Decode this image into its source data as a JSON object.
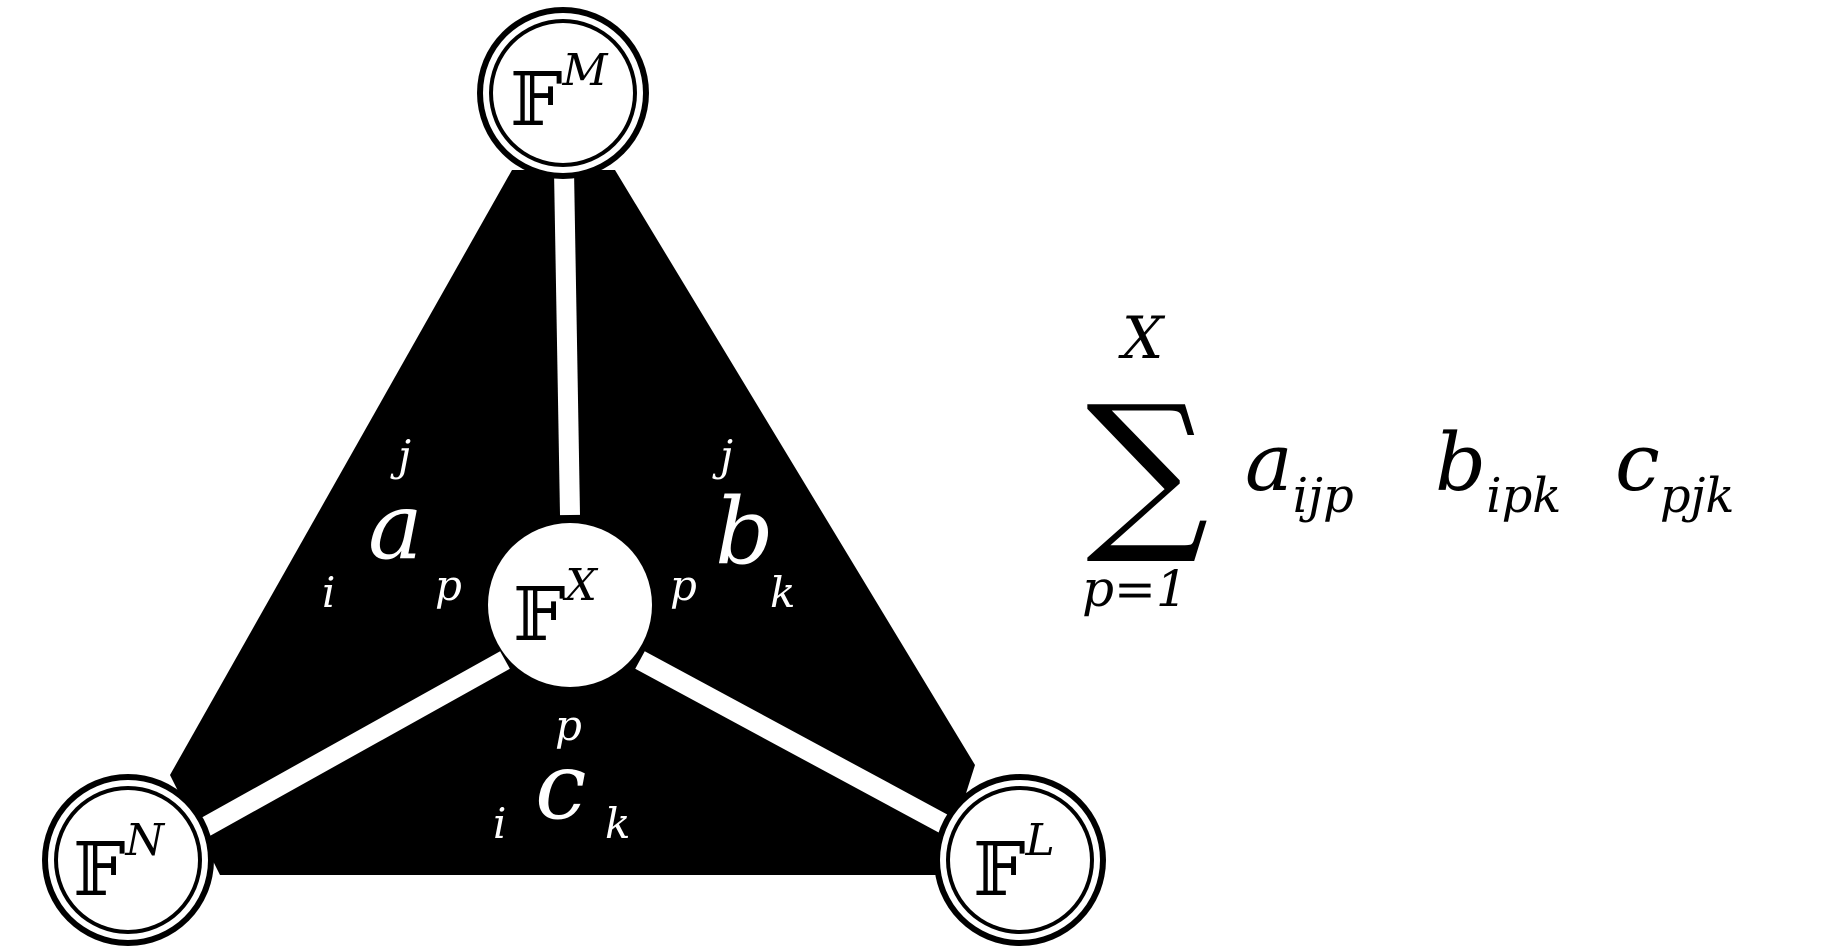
{
  "diagram": {
    "nodes": {
      "top": {
        "base": "𝔽",
        "sup": "M"
      },
      "left": {
        "base": "𝔽",
        "sup": "N"
      },
      "right": {
        "base": "𝔽",
        "sup": "L"
      },
      "center": {
        "base": "𝔽",
        "sup": "X"
      }
    },
    "tensor_a": {
      "symbol": "a",
      "top": "j",
      "left": "i",
      "right": "p"
    },
    "tensor_b": {
      "symbol": "b",
      "top": "j",
      "left": "p",
      "right": "k"
    },
    "tensor_c": {
      "symbol": "c",
      "top": "p",
      "left": "i",
      "right": "k"
    }
  },
  "formula": {
    "sigma": "∑",
    "upper": "X",
    "lower": "p=1",
    "terms": [
      {
        "base": "a",
        "sub": "ijp"
      },
      {
        "base": "b",
        "sub": "ipk"
      },
      {
        "base": "c",
        "sub": "pjk"
      }
    ]
  },
  "colors": {
    "fill": "#000000",
    "background": "#ffffff"
  }
}
